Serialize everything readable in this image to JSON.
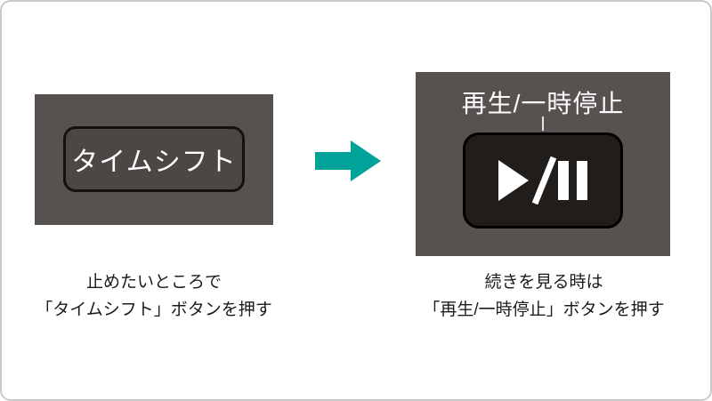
{
  "left": {
    "button_label": "タイムシフト",
    "caption_lines": [
      "止めたいところで",
      "「タイムシフト」ボタンを押す"
    ]
  },
  "arrow": {
    "icon": "arrow-right-icon"
  },
  "right": {
    "title": "再生/一時停止",
    "button_icon": "play-pause-icon",
    "caption_lines": [
      "続きを見る時は",
      "「再生/一時停止」ボタンを押す"
    ]
  },
  "colors": {
    "panel_gray": "#575150",
    "button_dark": "#211d1b",
    "arrow_teal": "#00a39a",
    "border_gray": "#c9c9c9"
  }
}
